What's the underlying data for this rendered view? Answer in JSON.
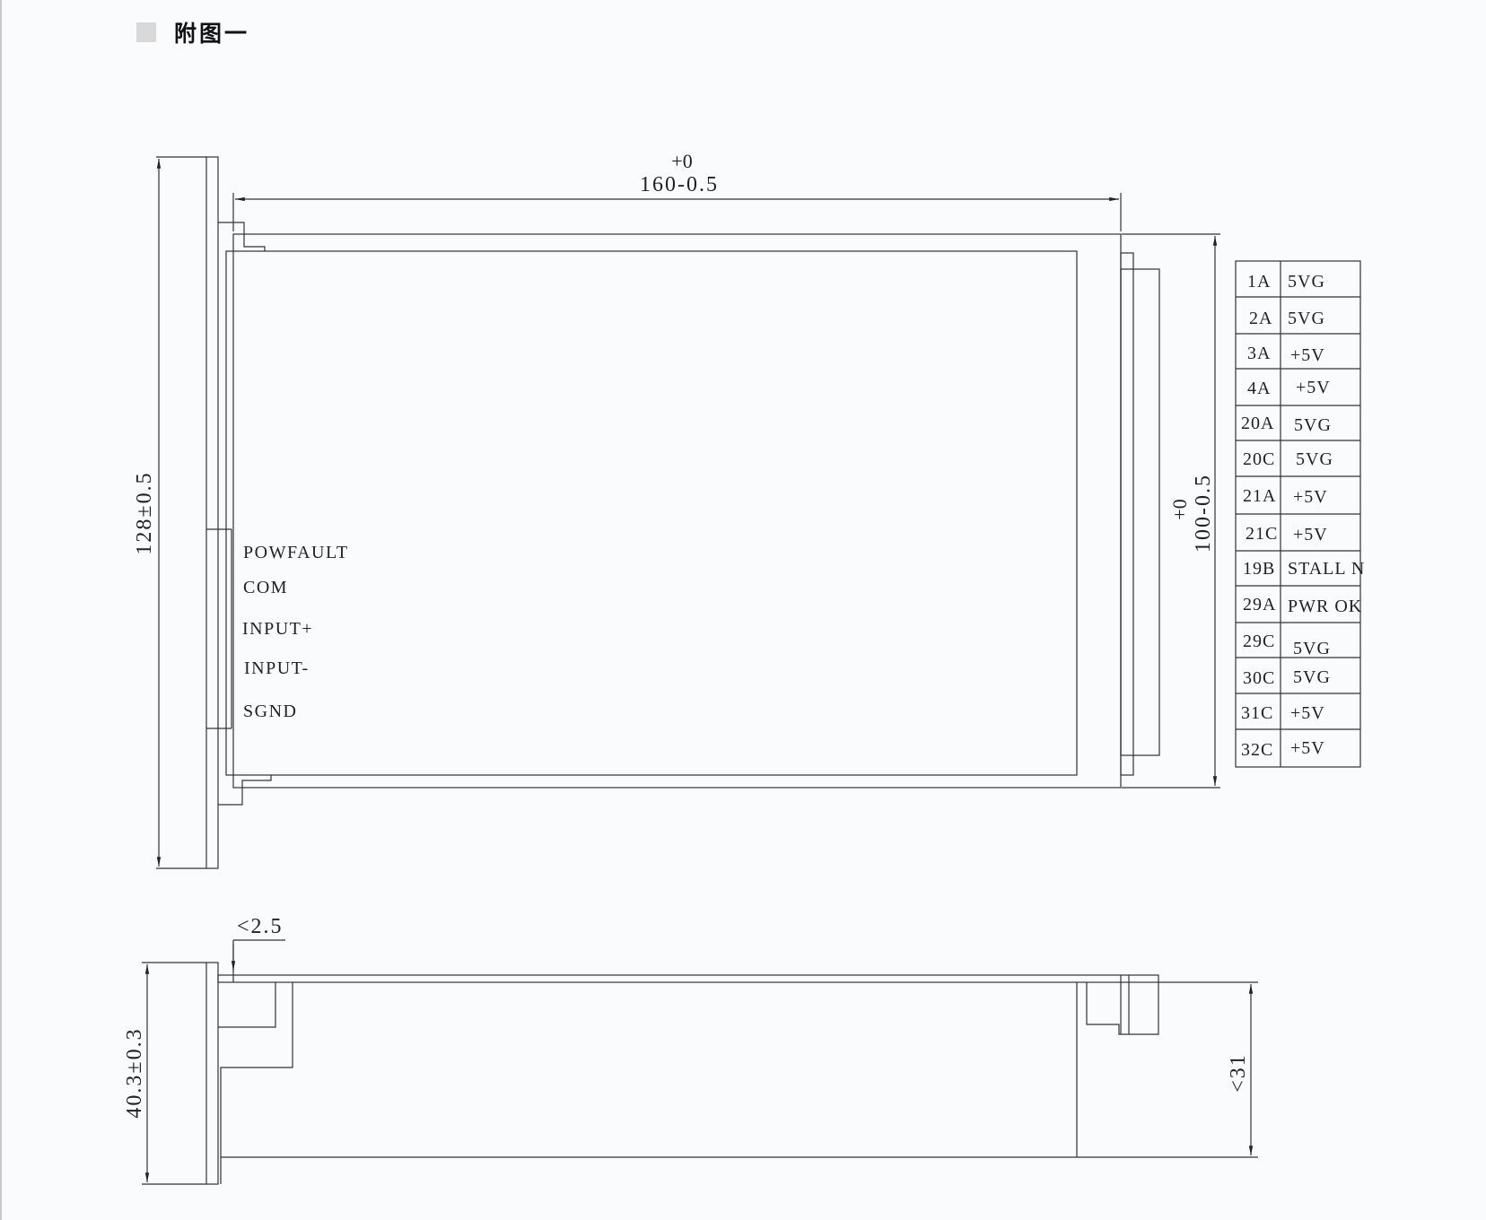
{
  "heading": {
    "title": "附图一"
  },
  "dimensions": {
    "width_tol_upper": "+0",
    "width_value": "160-0.5",
    "height_left": "128±0.5",
    "height_right_tol_upper": "+0",
    "height_right_value": "100-0.5",
    "depth_left": "40.3±0.3",
    "depth_right": "<31",
    "flange_thickness": "<2.5"
  },
  "signals": {
    "powfault": "POWFAULT",
    "com": "COM",
    "input_plus": "INPUT+",
    "input_minus": "INPUT-",
    "sgnd": "SGND"
  },
  "pin_table": [
    {
      "pin": "1A",
      "signal": "5VG"
    },
    {
      "pin": "2A",
      "signal": "5VG"
    },
    {
      "pin": "3A",
      "signal": "+5V"
    },
    {
      "pin": "4A",
      "signal": "+5V"
    },
    {
      "pin": "20A",
      "signal": "5VG"
    },
    {
      "pin": "20C",
      "signal": "5VG"
    },
    {
      "pin": "21A",
      "signal": "+5V"
    },
    {
      "pin": "21C",
      "signal": "+5V"
    },
    {
      "pin": "19B",
      "signal": "STALL N"
    },
    {
      "pin": "29A",
      "signal": "PWR OK"
    },
    {
      "pin": "29C",
      "signal": "5VG"
    },
    {
      "pin": "30C",
      "signal": "5VG"
    },
    {
      "pin": "31C",
      "signal": "+5V"
    },
    {
      "pin": "32C",
      "signal": "+5V"
    }
  ]
}
